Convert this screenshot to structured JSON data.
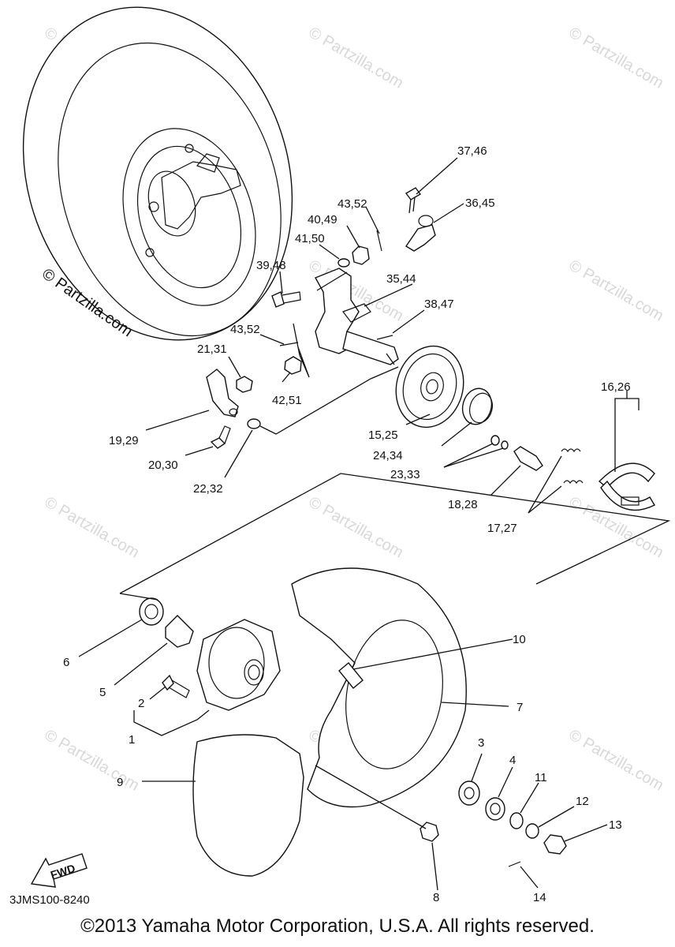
{
  "watermark": {
    "text": "© Partzilla.com",
    "main_text": "© Partzilla.com"
  },
  "fwd_label": "FWD",
  "diagram_code": "3JMS100-8240",
  "copyright": "©2013 Yamaha Motor Corporation, U.S.A. All rights reserved.",
  "callouts": {
    "c1": "1",
    "c2": "2",
    "c3": "3",
    "c4": "4",
    "c5": "5",
    "c6": "6",
    "c7": "7",
    "c8": "8",
    "c9": "9",
    "c10": "10",
    "c11": "11",
    "c12": "12",
    "c13": "13",
    "c14": "14",
    "c15_25": "15,25",
    "c16_26": "16,26",
    "c17_27": "17,27",
    "c18_28": "18,28",
    "c19_29": "19,29",
    "c20_30": "20,30",
    "c21_31": "21,31",
    "c22_32": "22,32",
    "c23_33": "23,33",
    "c24_34": "24,34",
    "c35_44": "35,44",
    "c36_45": "36,45",
    "c37_46": "37,46",
    "c38_47": "38,47",
    "c39_48": "39,48",
    "c40_49": "40,49",
    "c41_50": "41,50",
    "c42_51": "42,51",
    "c43_52a": "43,52",
    "c43_52b": "43,52"
  }
}
